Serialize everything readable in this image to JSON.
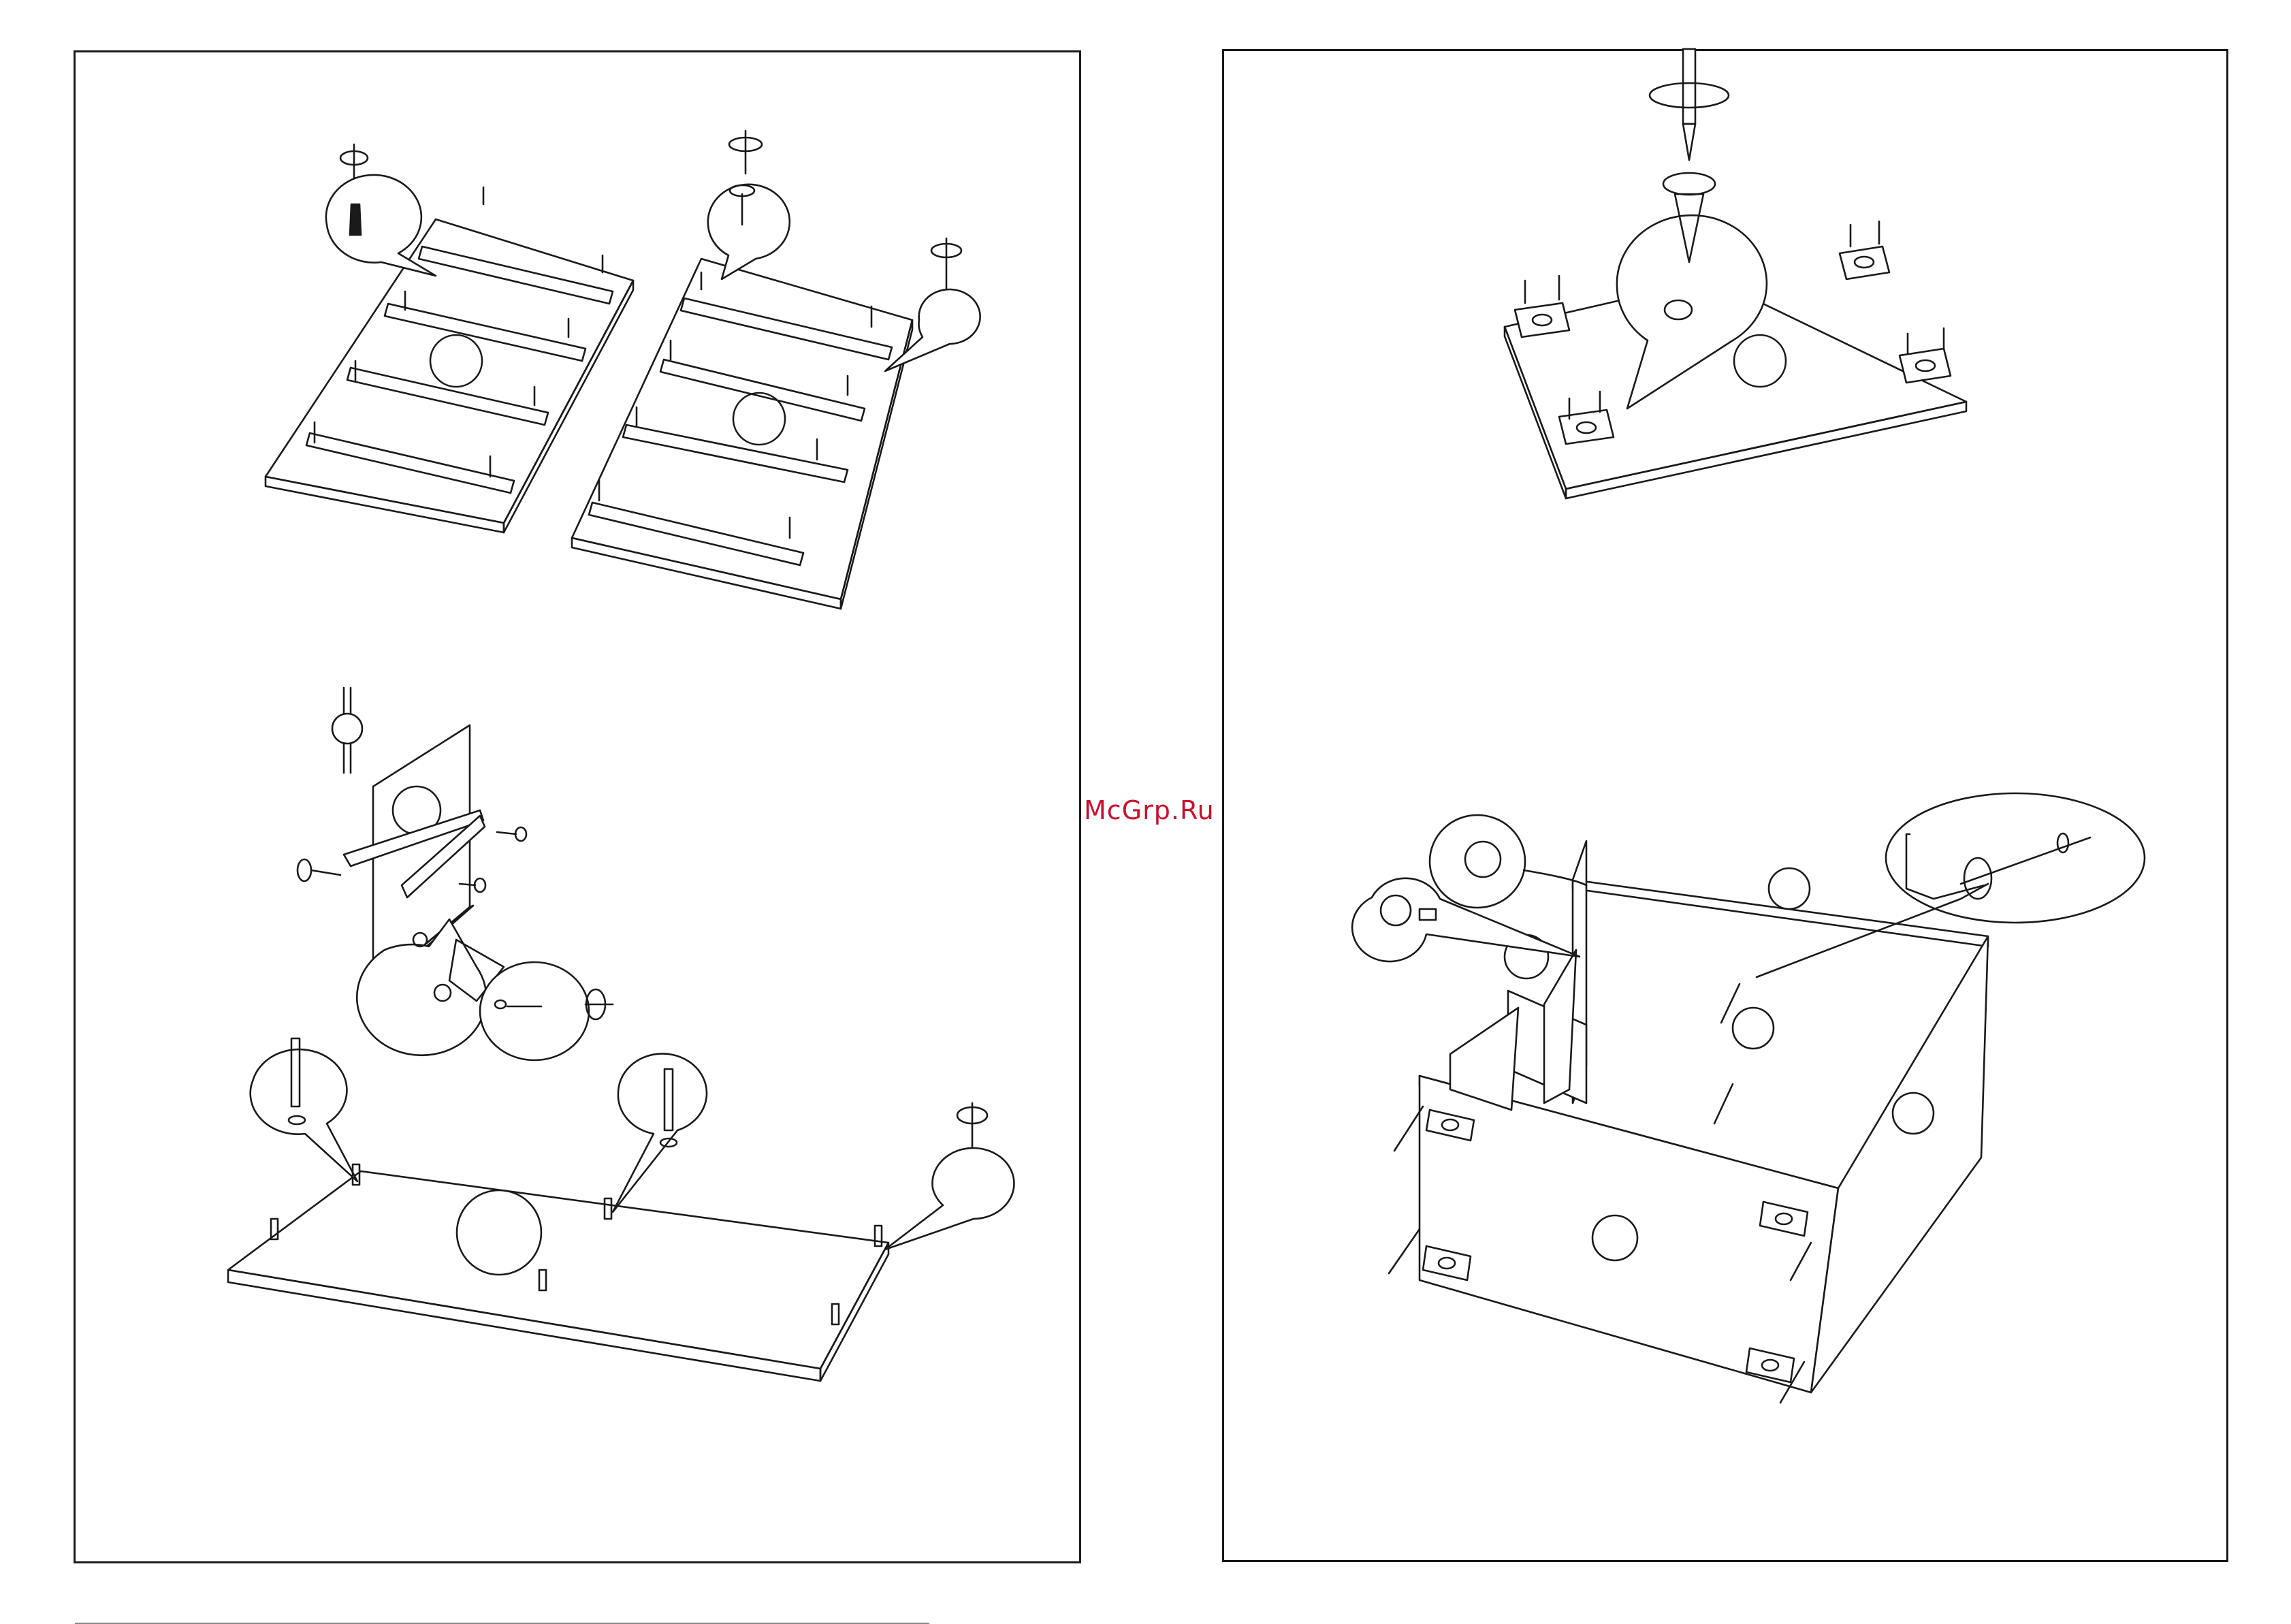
{
  "watermark": {
    "text": "McGrp.Ru",
    "color": "#c8102e"
  },
  "colors": {
    "line": "#1a1a1a",
    "guide": "#3aa3a8",
    "paper": "#ffffff"
  },
  "panels": [
    {
      "id": "left-page",
      "steps": [
        "drawer-slide-rails",
        "drawer-front-assembly",
        "base-panel-dowels"
      ]
    },
    {
      "id": "right-page",
      "steps": [
        "mount-corner-blocks",
        "carcass-assembly"
      ]
    }
  ],
  "icons": [
    "screwdriver-icon",
    "screw-icon",
    "dowel-icon",
    "cam-lock-icon",
    "hex-key-icon",
    "rotate-arrow-icon"
  ]
}
